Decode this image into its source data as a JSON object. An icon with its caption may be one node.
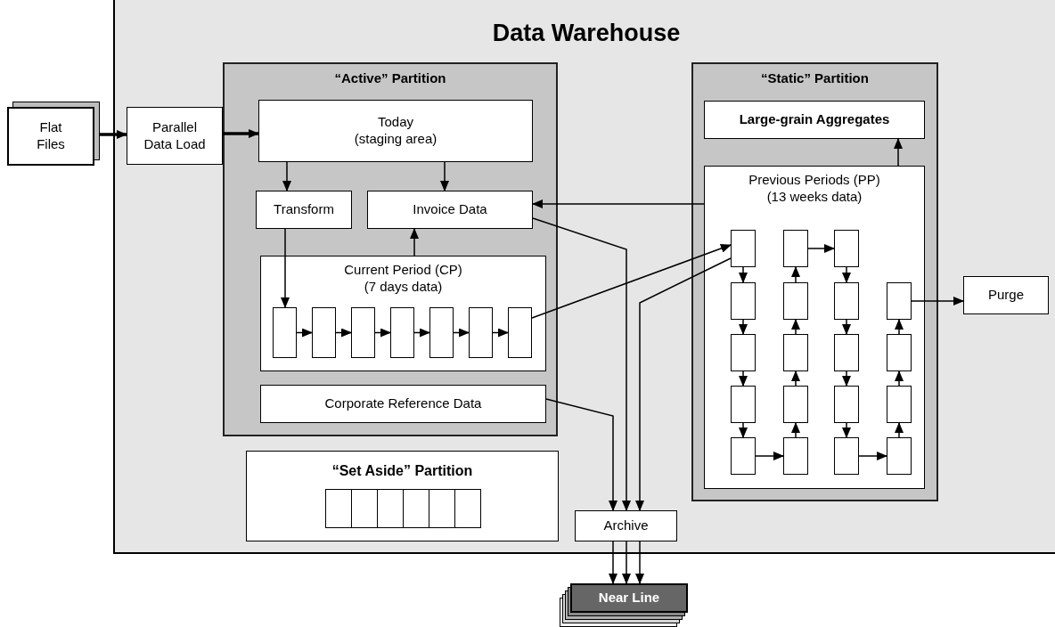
{
  "diagram": {
    "nodes": [
      {
        "text": [
          "Data Warehouse"
        ]
      },
      {
        "text": [
          "Flat Files"
        ]
      },
      {
        "text": [
          "Parallel Data Load"
        ],
        "in": 0
      },
      {
        "text": [
          "“Active” Partition"
        ],
        "in": 0
      },
      {
        "text": [
          "Today (staging area)"
        ],
        "in": 3
      },
      {
        "text": [
          "Transform"
        ],
        "in": 3
      },
      {
        "text": [
          "Invoice Data"
        ],
        "in": 3
      },
      {
        "text": [
          "Current Period (CP) (7 days data)"
        ],
        "in": 3
      },
      {
        "text": [],
        "shape": "box",
        "in": 7
      },
      {
        "text": [],
        "shape": "box",
        "in": 7
      },
      {
        "text": [],
        "shape": "box",
        "in": 7
      },
      {
        "text": [],
        "shape": "box",
        "in": 7
      },
      {
        "text": [],
        "shape": "box",
        "in": 7
      },
      {
        "text": [],
        "shape": "box",
        "in": 7
      },
      {
        "text": [],
        "shape": "box",
        "in": 7
      },
      {
        "text": [
          "Corporate Reference Data"
        ],
        "in": 3
      },
      {
        "text": [
          "“Set Aside” Partition"
        ],
        "in": 0
      },
      {
        "text": [],
        "shape": "box",
        "in": 16
      },
      {
        "text": [],
        "shape": "box",
        "in": 16
      },
      {
        "text": [],
        "shape": "box",
        "in": 16
      },
      {
        "text": [],
        "shape": "box",
        "in": 16
      },
      {
        "text": [],
        "shape": "box",
        "in": 16
      },
      {
        "text": [],
        "shape": "box",
        "in": 16
      },
      {
        "text": [
          "“Static” Partition"
        ],
        "in": 0
      },
      {
        "text": [
          "Large-grain Aggregates"
        ],
        "in": 23
      },
      {
        "text": [
          "Previous Periods (PP) (13 weeks data)"
        ],
        "in": 23
      },
      {
        "text": [],
        "shape": "box",
        "in": 25
      },
      {
        "text": [],
        "shape": "box",
        "in": 25
      },
      {
        "text": [],
        "shape": "box",
        "in": 25
      },
      {
        "text": [],
        "shape": "box",
        "in": 25
      },
      {
        "text": [],
        "shape": "box",
        "in": 25
      },
      {
        "text": [],
        "shape": "box",
        "in": 25
      },
      {
        "text": [],
        "shape": "box",
        "in": 25
      },
      {
        "text": [],
        "shape": "box",
        "in": 25
      },
      {
        "text": [],
        "shape": "box",
        "in": 25
      },
      {
        "text": [],
        "shape": "box",
        "in": 25
      },
      {
        "text": [],
        "shape": "box",
        "in": 25
      },
      {
        "text": [],
        "shape": "box",
        "in": 25
      },
      {
        "text": [],
        "shape": "box",
        "in": 25
      },
      {
        "text": [],
        "shape": "box",
        "in": 25
      },
      {
        "text": [],
        "shape": "box",
        "in": 25
      },
      {
        "text": [],
        "shape": "box",
        "in": 25
      },
      {
        "text": [],
        "shape": "box",
        "in": 25
      },
      {
        "text": [],
        "shape": "box",
        "in": 25
      },
      {
        "text": [],
        "shape": "box",
        "in": 25
      },
      {
        "text": [
          "Archive"
        ],
        "in": 0
      },
      {
        "text": [
          "Purge"
        ],
        "in": 0
      },
      {
        "text": [
          "Near Line"
        ]
      }
    ],
    "edges": [
      {
        "from": 1,
        "to": 2,
        "arrow": "to",
        "style": "thick"
      },
      {
        "from": 2,
        "to": 4,
        "arrow": "to",
        "style": "thick"
      },
      {
        "from": 4,
        "to": 5,
        "arrow": "to"
      },
      {
        "from": 4,
        "to": 6,
        "arrow": "to"
      },
      {
        "from": 5,
        "to": 8,
        "arrow": "to"
      },
      {
        "from": 7,
        "to": 6,
        "arrow": "to"
      },
      {
        "from": 8,
        "to": 9,
        "arrow": "to"
      },
      {
        "from": 9,
        "to": 10,
        "arrow": "to"
      },
      {
        "from": 10,
        "to": 11,
        "arrow": "to"
      },
      {
        "from": 11,
        "to": 12,
        "arrow": "to"
      },
      {
        "from": 12,
        "to": 13,
        "arrow": "to"
      },
      {
        "from": 13,
        "to": 14,
        "arrow": "to"
      },
      {
        "from": 14,
        "to": 26,
        "arrow": "to"
      },
      {
        "from": 26,
        "to": 45,
        "arrow": "to"
      },
      {
        "from": 6,
        "to": 45,
        "arrow": "to"
      },
      {
        "from": 15,
        "to": 45,
        "arrow": "to"
      },
      {
        "from": 25,
        "to": 6,
        "arrow": "to"
      },
      {
        "from": 25,
        "to": 24,
        "arrow": "to"
      },
      {
        "from": 26,
        "to": 29,
        "arrow": "to"
      },
      {
        "from": 29,
        "to": 33,
        "arrow": "to"
      },
      {
        "from": 33,
        "to": 37,
        "arrow": "to"
      },
      {
        "from": 37,
        "to": 41,
        "arrow": "to"
      },
      {
        "from": 41,
        "to": 42,
        "arrow": "to"
      },
      {
        "from": 42,
        "to": 38,
        "arrow": "to"
      },
      {
        "from": 38,
        "to": 34,
        "arrow": "to"
      },
      {
        "from": 34,
        "to": 30,
        "arrow": "to"
      },
      {
        "from": 30,
        "to": 27,
        "arrow": "to"
      },
      {
        "from": 27,
        "to": 28,
        "arrow": "to"
      },
      {
        "from": 28,
        "to": 31,
        "arrow": "to"
      },
      {
        "from": 31,
        "to": 35,
        "arrow": "to"
      },
      {
        "from": 35,
        "to": 39,
        "arrow": "to"
      },
      {
        "from": 39,
        "to": 43,
        "arrow": "to"
      },
      {
        "from": 43,
        "to": 44,
        "arrow": "to"
      },
      {
        "from": 44,
        "to": 40,
        "arrow": "to"
      },
      {
        "from": 40,
        "to": 36,
        "arrow": "to"
      },
      {
        "from": 36,
        "to": 32,
        "arrow": "to"
      },
      {
        "from": 32,
        "to": 46,
        "arrow": "to"
      },
      {
        "from": 45,
        "to": 47,
        "arrow": "to"
      },
      {
        "from": 45,
        "to": 47,
        "arrow": "to"
      },
      {
        "from": 45,
        "to": 47,
        "arrow": "to"
      }
    ]
  }
}
